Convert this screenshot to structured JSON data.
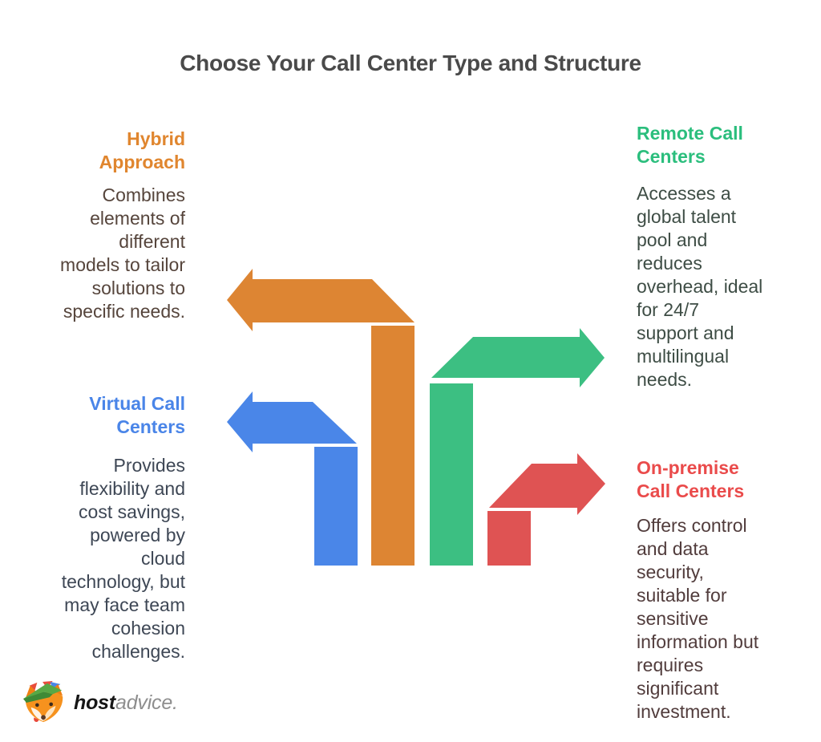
{
  "title": "Choose Your Call Center Type and Structure",
  "title_color": "#4A4A4A",
  "sections": {
    "hybrid": {
      "heading_lines": [
        "Hybrid",
        "Approach"
      ],
      "heading_color": "#E0862F",
      "arrow_color": "#DD8533",
      "body_lines": [
        "Combines",
        "elements of",
        "different",
        "models to tailor",
        "solutions to",
        "specific needs."
      ],
      "body_color": "#56453C"
    },
    "remote": {
      "heading_lines": [
        "Remote Call",
        "Centers"
      ],
      "heading_color": "#2BBE7D",
      "arrow_color": "#3CBF82",
      "body_lines": [
        "Accesses a",
        "global talent",
        "pool and",
        "reduces",
        "overhead, ideal",
        "for 24/7",
        "support and",
        "multilingual",
        "needs."
      ],
      "body_color": "#3E4D45"
    },
    "virtual": {
      "heading_lines": [
        "Virtual Call",
        "Centers"
      ],
      "heading_color": "#4A85E8",
      "arrow_color": "#4A86E8",
      "body_lines": [
        "Provides",
        "flexibility and",
        "cost savings,",
        "powered by",
        "cloud",
        "technology, but",
        "may face team",
        "cohesion",
        "challenges."
      ],
      "body_color": "#3E4755"
    },
    "onpremise": {
      "heading_lines": [
        "On-premise",
        "Call Centers"
      ],
      "heading_color": "#EA4B4B",
      "arrow_color": "#DF5353",
      "body_lines": [
        "Offers control",
        "and data",
        "security,",
        "suitable for",
        "sensitive",
        "information but",
        "requires",
        "significant",
        "investment."
      ],
      "body_color": "#513C3C"
    }
  },
  "logo": {
    "brand_bold": "host",
    "brand_light": "advice.",
    "bold_color": "#161616",
    "light_color": "#8E8E8E"
  }
}
